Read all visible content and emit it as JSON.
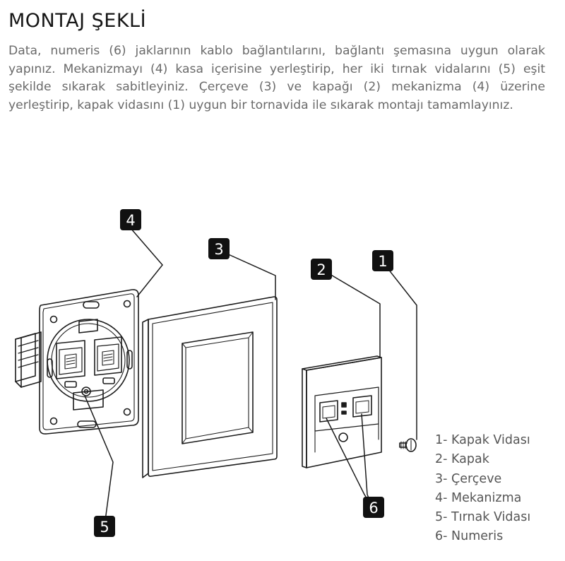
{
  "title": "MONTAJ ŞEKLİ",
  "instructions": "Data, numeris (6) jaklarının kablo bağlantılarını, bağlantı şemasına uygun olarak yapınız.  Mekanizmayı (4) kasa içerisine yerleştirip, her iki tırnak vidalarını (5) eşit şekilde sıkarak sabitleyiniz.  Çerçeve (3) ve kapağı (2) mekanizma (4) üzerine yerleştirip, kapak vidasını (1) uygun bir tornavida ile  sıkarak montajı tamamlayınız.",
  "callouts": [
    "1",
    "2",
    "3",
    "4",
    "5",
    "6"
  ],
  "legend": [
    "1- Kapak Vidası",
    "2- Kapak",
    "3- Çerçeve",
    "4- Mekanizma",
    "5- Tırnak Vidası",
    "6- Numeris"
  ],
  "colors": {
    "badge": "#111111",
    "line": "#1c1c1c",
    "text": "#6a6a6a"
  }
}
